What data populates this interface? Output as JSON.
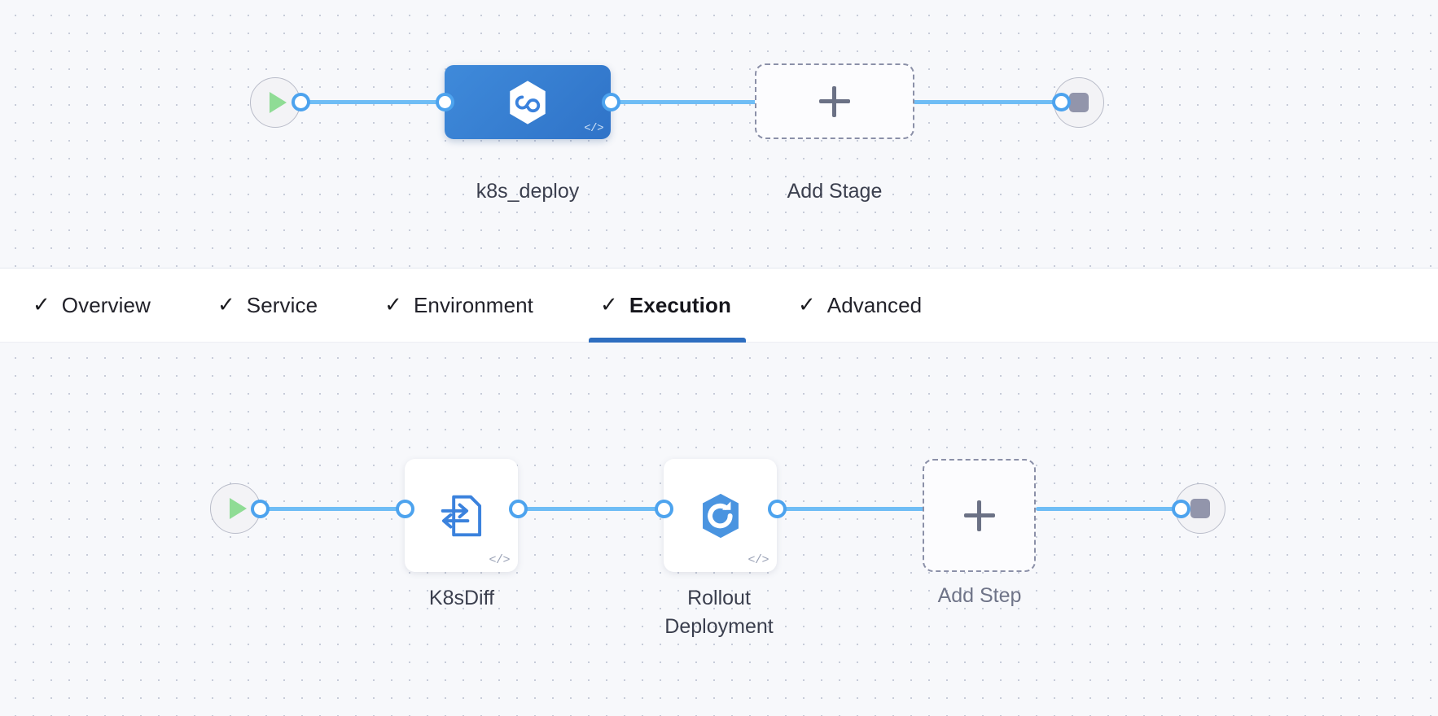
{
  "theme": {
    "canvas_bg": "#f7f8fb",
    "edge_color": "#6fbdf5",
    "port_color": "#4da3ee",
    "stage_blue": "#3f8ada",
    "accent_underline": "#2e6ec0",
    "play_green": "#8fdc95",
    "stop_gray": "#9295ab",
    "dashed_border": "#8b90a8"
  },
  "stage_graph": {
    "name": "stage-pipeline-graph",
    "start_node": {
      "icon": "play-icon",
      "label": ""
    },
    "end_node": {
      "icon": "stop-icon",
      "label": ""
    },
    "nodes": [
      {
        "id": "k8s_deploy",
        "type": "stage",
        "icon": "harness-hexagon-infinity-icon",
        "label": "k8s_deploy",
        "code_badge": "</>"
      },
      {
        "id": "add_stage",
        "type": "add",
        "icon": "plus-icon",
        "label": "Add Stage"
      }
    ]
  },
  "tabs": {
    "name": "stage-config-tabs",
    "items": [
      {
        "id": "overview",
        "label": "Overview",
        "check": "✓",
        "active": false
      },
      {
        "id": "service",
        "label": "Service",
        "check": "✓",
        "active": false
      },
      {
        "id": "environment",
        "label": "Environment",
        "check": "✓",
        "active": false
      },
      {
        "id": "execution",
        "label": "Execution",
        "check": "✓",
        "active": true
      },
      {
        "id": "advanced",
        "label": "Advanced",
        "check": "✓",
        "active": false
      }
    ]
  },
  "step_graph": {
    "name": "execution-steps-graph",
    "start_node": {
      "icon": "play-icon",
      "label": ""
    },
    "end_node": {
      "icon": "stop-icon",
      "label": ""
    },
    "nodes": [
      {
        "id": "k8sdiff",
        "type": "step",
        "icon": "k8s-diff-document-icon",
        "label": "K8sDiff",
        "code_badge": "</>"
      },
      {
        "id": "rollout_deployment",
        "type": "step",
        "icon": "rollout-deployment-hexagon-icon",
        "label": "Rollout\nDeployment",
        "code_badge": "</>"
      },
      {
        "id": "add_step",
        "type": "add",
        "icon": "plus-icon",
        "label": "Add Step"
      }
    ]
  }
}
